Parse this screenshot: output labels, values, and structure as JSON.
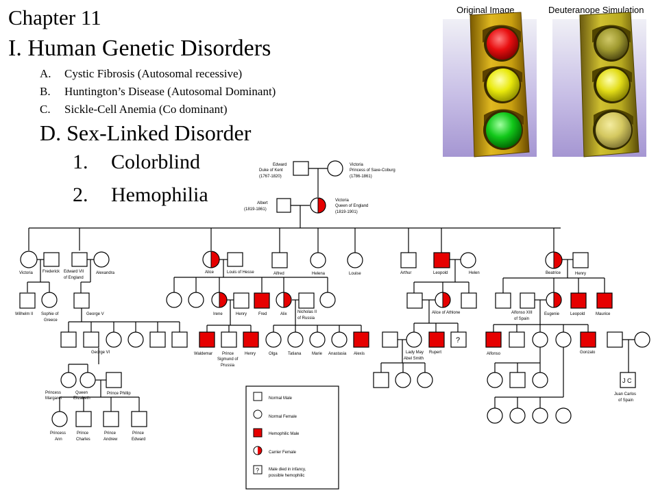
{
  "chapter": "Chapter 11",
  "heading": "I. Human Genetic Disorders",
  "subitems": [
    {
      "letter": "A.",
      "text": "Cystic Fibrosis (Autosomal recessive)"
    },
    {
      "letter": "B.",
      "text": "Huntington’s Disease (Autosomal Dominant)"
    },
    {
      "letter": "C.",
      "text": "Sickle-Cell Anemia (Co dominant)"
    }
  ],
  "section_d": "D. Sex-Linked Disorder",
  "list": [
    {
      "num": "1.",
      "text": "Colorblind"
    },
    {
      "num": "2.",
      "text": "Hemophilia"
    }
  ],
  "images": {
    "original_caption": "Original Image",
    "simulation_caption": "Deuteranope Simulation"
  },
  "colors": {
    "hemophilic": "#e60000",
    "traffic_red": "#e80f10",
    "traffic_yellow": "#e9e90c",
    "traffic_green": "#12c81a",
    "housing": "#c8a010"
  },
  "pedigree": {
    "edward": [
      "Edward",
      "Duke of Kent",
      "(1767-1820)"
    ],
    "victoria_saxe": [
      "Victoria",
      "Princess of Saxe-Coburg",
      "(1786-1861)"
    ],
    "albert": [
      "Albert",
      "(1819-1861)"
    ],
    "queen": [
      "Victoria",
      "Queen of England",
      "(1819-1901)"
    ],
    "victoria_p": "Victoria",
    "frederick": "Frederick",
    "edward7": [
      "Edward VII",
      "of England"
    ],
    "alexandra": "Alexandra",
    "alice": "Alice",
    "louis": "Louis of Hesse",
    "alfred": "Alfred",
    "helena": "Helena",
    "louise": "Louise",
    "arthur": "Arthur",
    "leopold": "Leopold",
    "helen": "Helen",
    "beatrice": "Beatrice",
    "henry": "Henry",
    "wilhelm": "Wilhelm II",
    "sophie": [
      "Sophie of",
      "Greece"
    ],
    "georgev": "George V",
    "irene": "Irene",
    "henry2": "Henry",
    "fred": "Fred",
    "alix": "Alix",
    "nicholas": [
      "Nicholas II",
      "of Russia"
    ],
    "alice_ath": "Alice of Athlone",
    "alfonso13": [
      "Alfonso XIII",
      "of Spain"
    ],
    "eugenie": "Eugenie",
    "leopold2": "Leopold",
    "maurice": "Maurice",
    "georgevi": "George VI",
    "waldemar": "Waldemar",
    "sigmund": [
      "Prince",
      "Sigmund of",
      "Prussia"
    ],
    "henry3": "Henry",
    "olga": "Olga",
    "tatiana": "Tatiana",
    "marie": "Marie",
    "anastasia": "Anastasia",
    "alexis": "Alexis",
    "lady_may": [
      "Lady May",
      "Abel Smith"
    ],
    "rupert": "Rupert",
    "question": "?",
    "alfonso": "Alfonso",
    "gonzalo": "Gonzalo",
    "margaret": [
      "Princess",
      "Margaret"
    ],
    "elizabeth": [
      "Queen",
      "Elizabeth"
    ],
    "philip": "Prince Phillip",
    "jc": "J C",
    "juan_carlos": [
      "Juan Carlos",
      "of Spain"
    ],
    "anne": [
      "Princess",
      "Ann"
    ],
    "charles": [
      "Prince",
      "Charles"
    ],
    "andrew": [
      "Prince",
      "Andrew"
    ],
    "edward_p": [
      "Prince",
      "Edward"
    ]
  },
  "legend": {
    "normal_male": "Normal Male",
    "normal_female": "Normal Female",
    "hemophilic_male": "Hemophilic Male",
    "carrier_female": "Carrier Female",
    "question_mark": "?",
    "died_line1": "Male died in infancy,",
    "died_line2": "possible hemophilic"
  }
}
